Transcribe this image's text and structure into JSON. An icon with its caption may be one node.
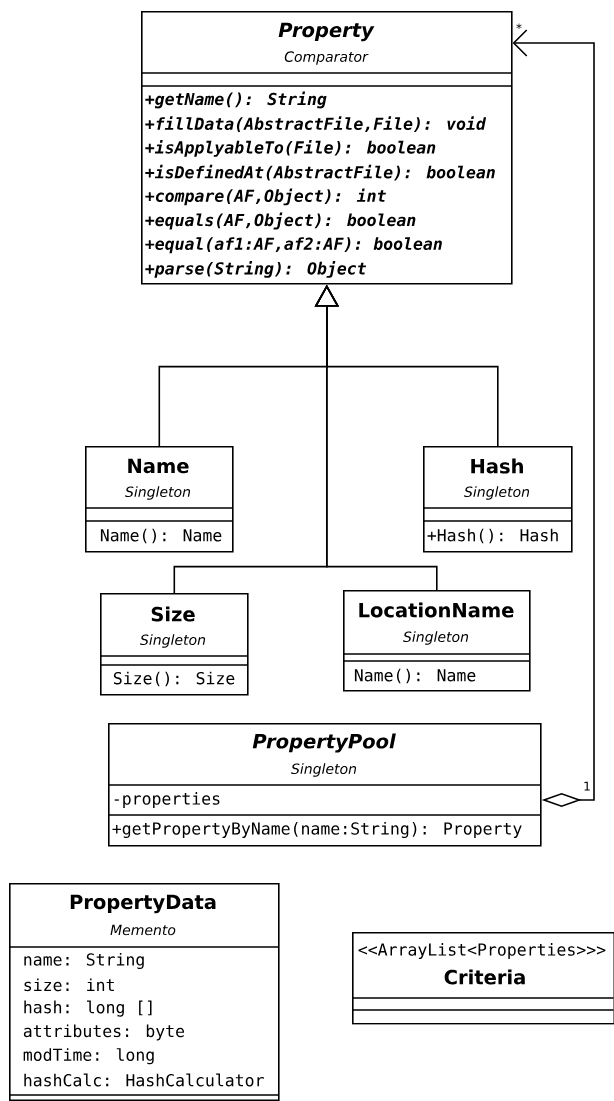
{
  "diagram": {
    "nodes": [
      {
        "text": [
          "Property",
          "Comparator",
          "+getName(): String",
          "+fillData(AbstractFile,File): void",
          "+isApplyableTo(File): boolean",
          "+isDefinedAt(AbstractFile): boolean",
          "+compare(AF,Object): int",
          "+equals(AF,Object): boolean",
          "+equal(af1:AF,af2:AF): boolean",
          "+parse(String): Object"
        ]
      },
      {
        "text": [
          "Name",
          "Singleton",
          "Name(): Name"
        ]
      },
      {
        "text": [
          "Hash",
          "Singleton",
          "+Hash(): Hash"
        ]
      },
      {
        "text": [
          "Size",
          "Singleton",
          "Size(): Size"
        ]
      },
      {
        "text": [
          "LocationName",
          "Singleton",
          "Name(): Name"
        ]
      },
      {
        "text": [
          "PropertyPool",
          "Singleton",
          "-properties",
          "+getPropertyByName(name:String): Property"
        ]
      },
      {
        "text": [
          "PropertyData",
          "Memento",
          "name: String",
          "size: int",
          "hash: long []",
          "attributes: byte",
          "modTime: long",
          "hashCalc: HashCalculator"
        ]
      },
      {
        "text": [
          "<<ArrayList<Properties>>>",
          "Criteria"
        ]
      }
    ],
    "edges": [
      {
        "from": 1,
        "to": 0,
        "arrow": "to"
      },
      {
        "from": 2,
        "to": 0,
        "arrow": "to"
      },
      {
        "from": 3,
        "to": 0,
        "arrow": "to"
      },
      {
        "from": 4,
        "to": 0,
        "arrow": "to"
      },
      {
        "from": 5,
        "to": 0,
        "arrow": "to"
      }
    ],
    "labels": [
      "*",
      "1"
    ]
  }
}
